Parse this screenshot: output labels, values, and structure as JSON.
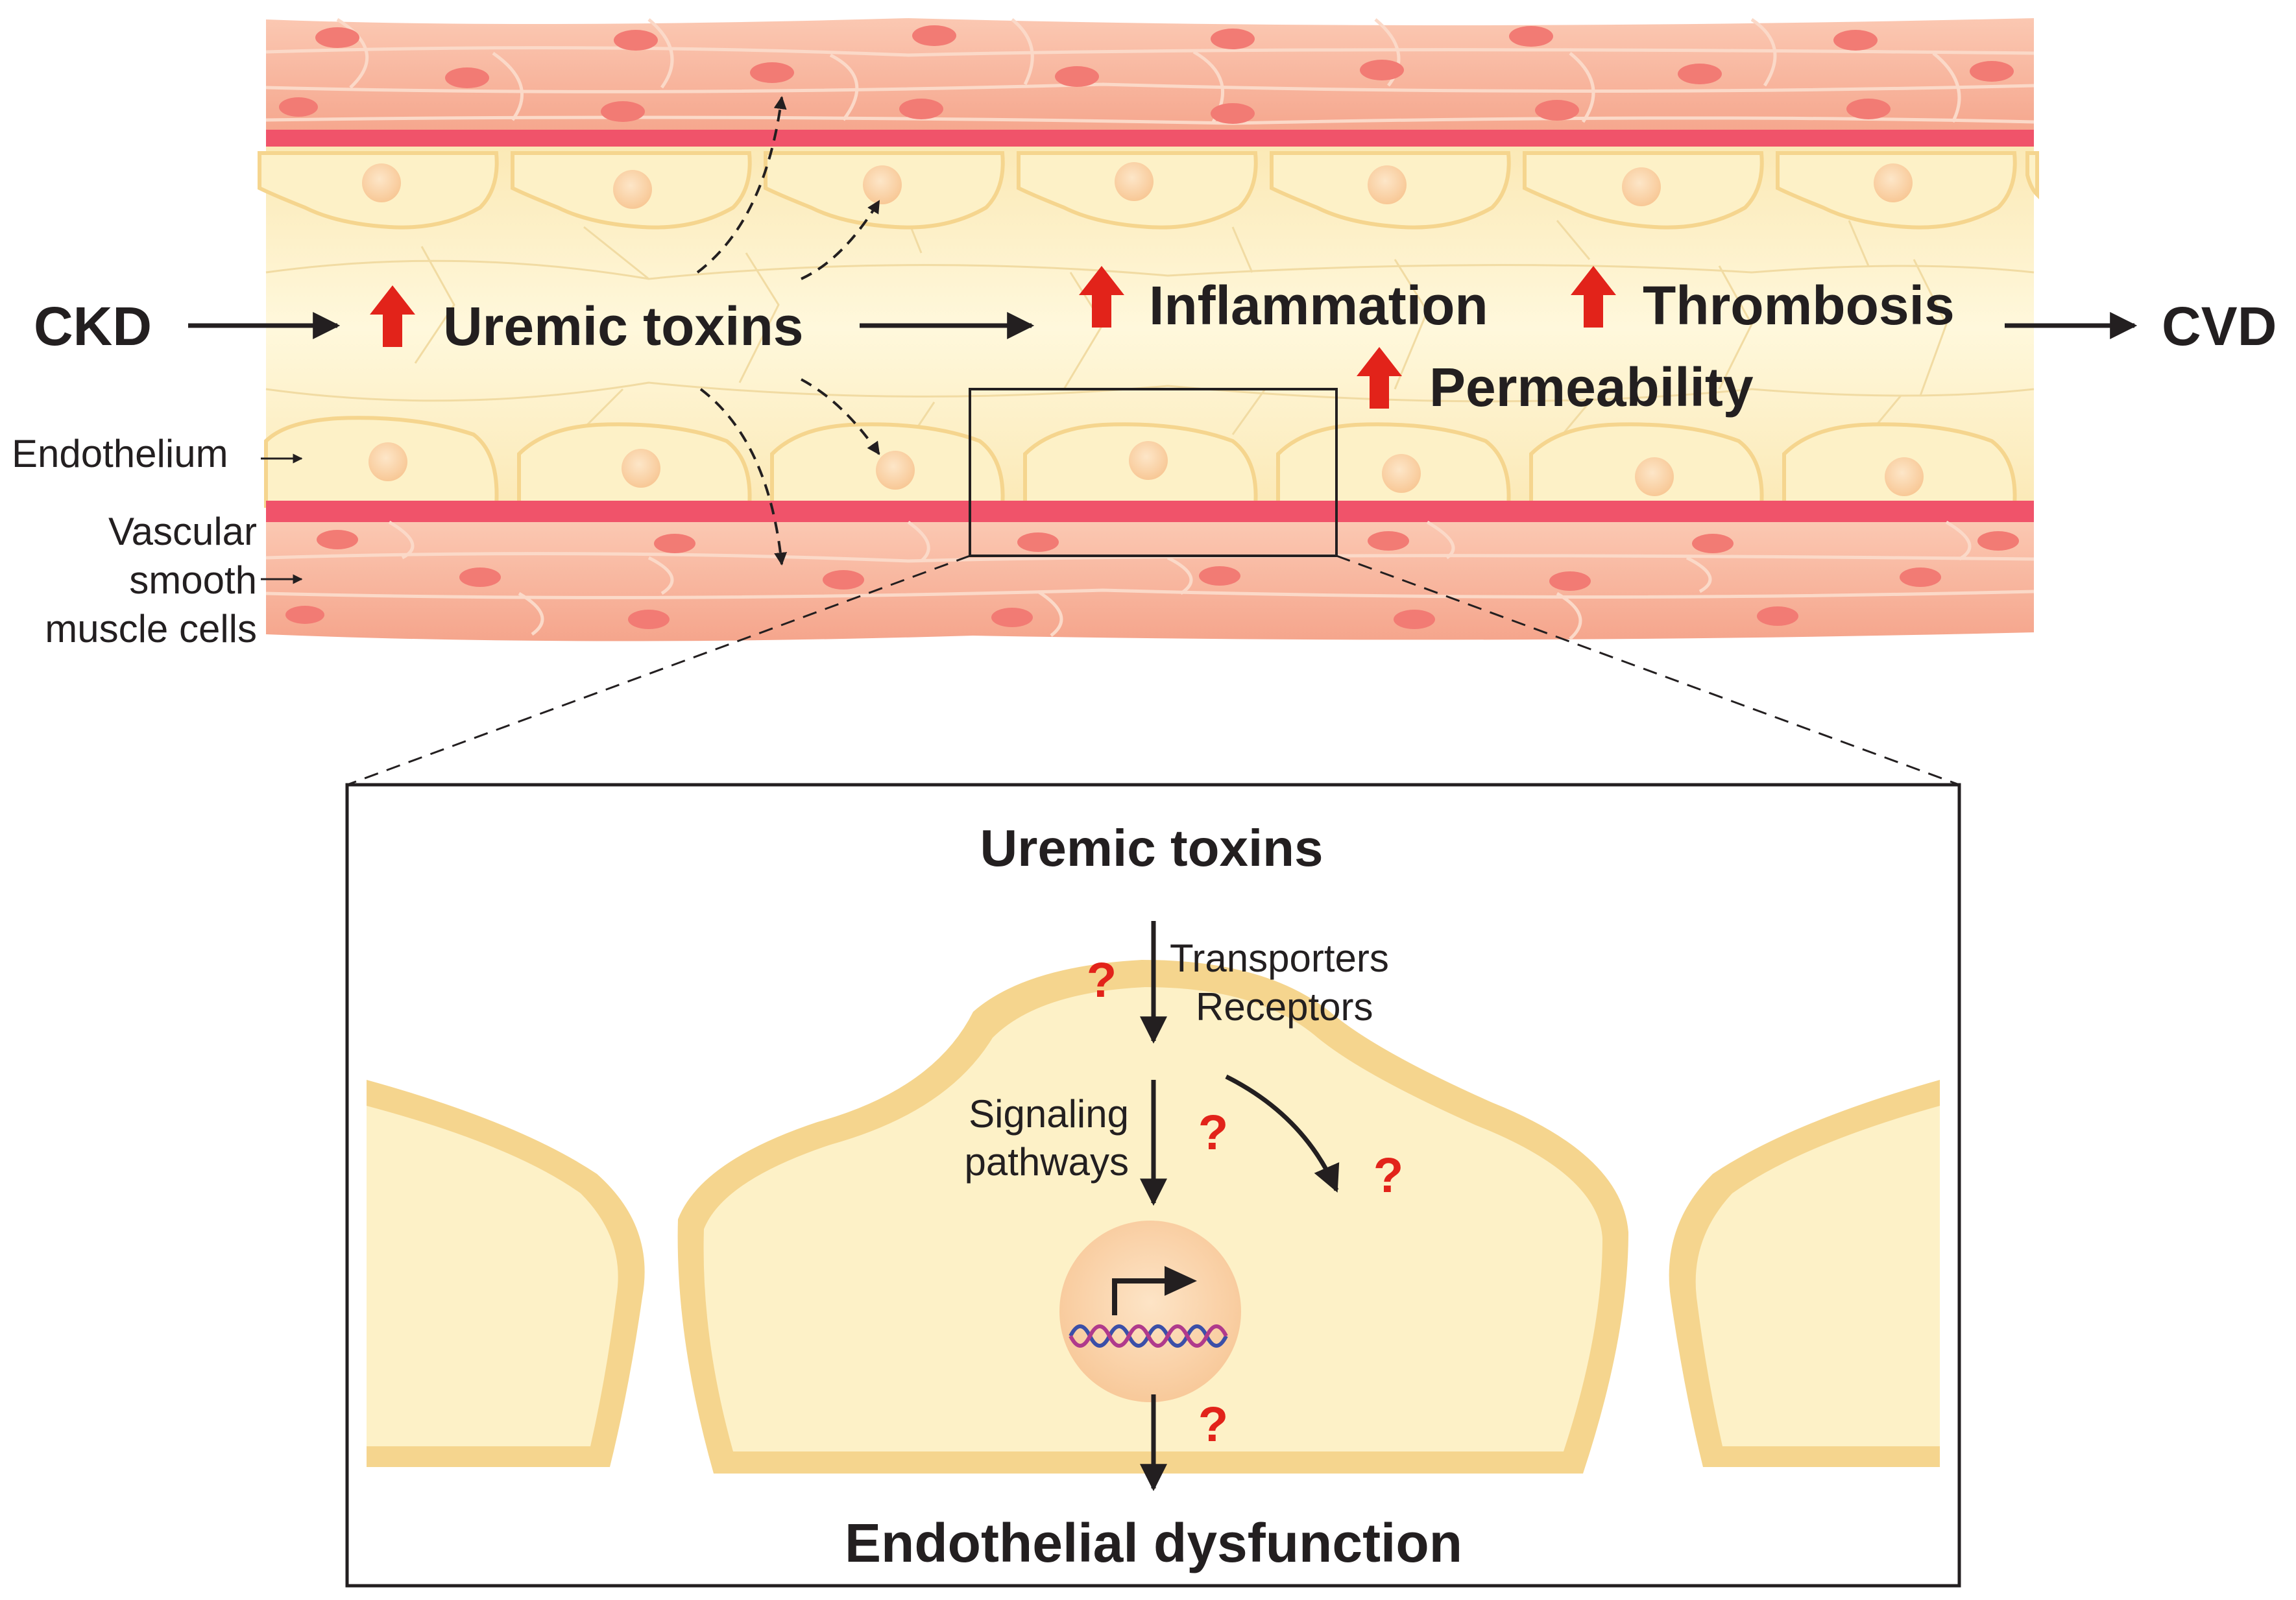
{
  "top": {
    "ckd": "CKD",
    "cvd": "CVD",
    "uremic_toxins": "Uremic toxins",
    "inflammation": "Inflammation",
    "thrombosis": "Thrombosis",
    "permeability": "Permeability",
    "endothelium": "Endothelium",
    "vsmc_line1": "Vascular",
    "vsmc_line2": "smooth",
    "vsmc_line3": "muscle cells"
  },
  "inset": {
    "uremic_toxins": "Uremic toxins",
    "transporters": "Transporters",
    "receptors": "Receptors",
    "signaling_line1": "Signaling",
    "signaling_line2": "pathways",
    "unknown_mark": "?",
    "endothelial_dysfunction": "Endothelial dysfunction"
  },
  "colors": {
    "smooth_muscle": "#f6a98f",
    "smooth_muscle_light": "#fbc7b2",
    "smooth_muscle_nucleus": "#f27b74",
    "vessel_band": "#f0536a",
    "endothelium": "#fdf1c7",
    "endothelium_membrane": "#f5d58e",
    "nucleus": "#fbd3a8",
    "up_arrow": "#e2231a",
    "question_mark": "#e2231a",
    "text": "#231f20"
  }
}
